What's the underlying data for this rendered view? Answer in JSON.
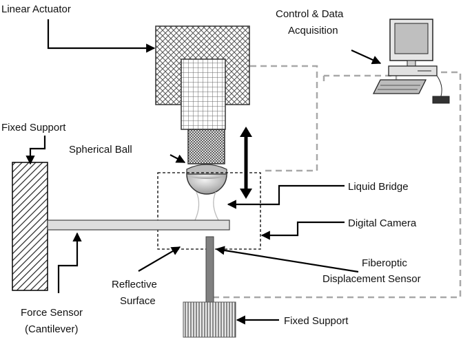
{
  "labels": {
    "linear_actuator": "Linear Actuator",
    "control_line1": "Control & Data",
    "control_line2": "Acquisition",
    "fixed_support_top": "Fixed Support",
    "spherical_ball": "Spherical Ball",
    "liquid_bridge": "Liquid Bridge",
    "digital_camera": "Digital Camera",
    "fiberoptic_line1": "Fiberoptic",
    "fiberoptic_line2": "Displacement Sensor",
    "reflective_line1": "Reflective",
    "reflective_line2": "Surface",
    "force_line1": "Force Sensor",
    "force_line2": "(Cantilever)",
    "fixed_support_bottom": "Fixed Support"
  },
  "icons": {
    "computer": "desktop-computer-icon"
  }
}
